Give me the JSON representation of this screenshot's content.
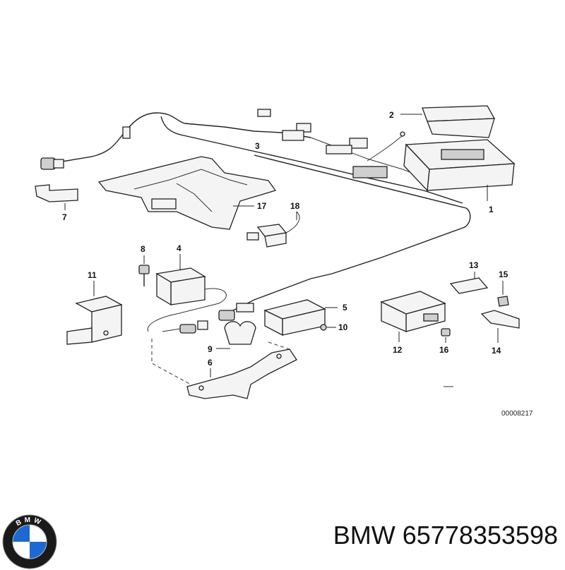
{
  "diagram": {
    "callouts": [
      "1",
      "2",
      "3",
      "4",
      "5",
      "6",
      "7",
      "8",
      "9",
      "10",
      "11",
      "12",
      "13",
      "14",
      "15",
      "16",
      "17",
      "18"
    ],
    "reference_number": "00008217"
  },
  "footer": {
    "brand": "BMW",
    "part_number": "65778353598",
    "logo_letters": "BMW",
    "logo_colors": {
      "blue": "#1c69d4",
      "white": "#ffffff",
      "ring": "#1a1a1a"
    }
  }
}
